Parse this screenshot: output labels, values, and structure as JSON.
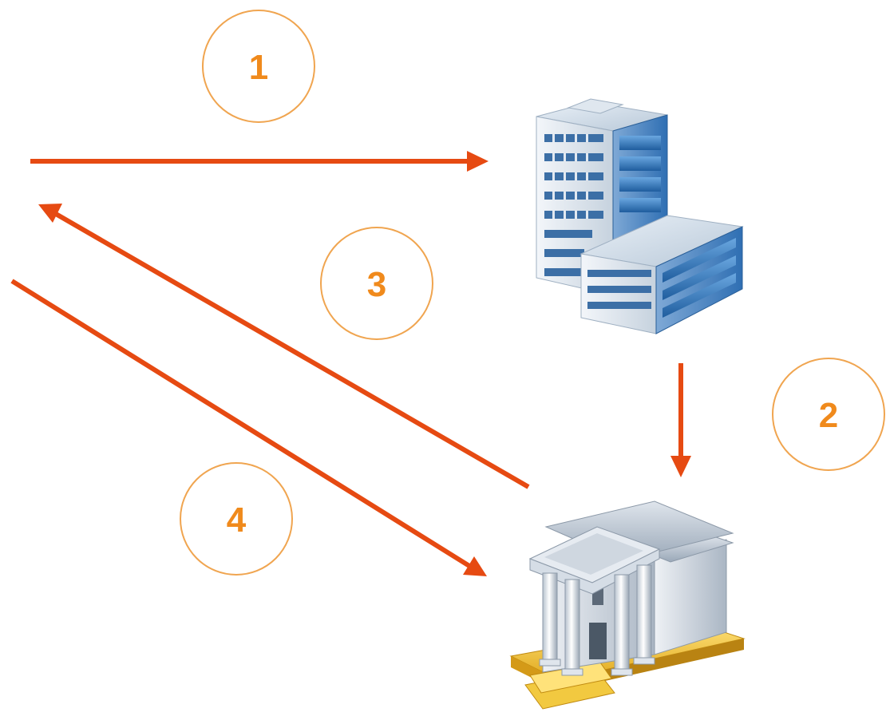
{
  "diagram": {
    "colors": {
      "arrow": "#e64a12",
      "circle_stroke": "#f0a550",
      "number": "#f08a1c"
    },
    "icons": {
      "office_building": "office-building-icon",
      "bank": "bank-icon"
    },
    "steps": [
      {
        "id": "1",
        "label": "1"
      },
      {
        "id": "2",
        "label": "2"
      },
      {
        "id": "3",
        "label": "3"
      },
      {
        "id": "4",
        "label": "4"
      }
    ]
  }
}
